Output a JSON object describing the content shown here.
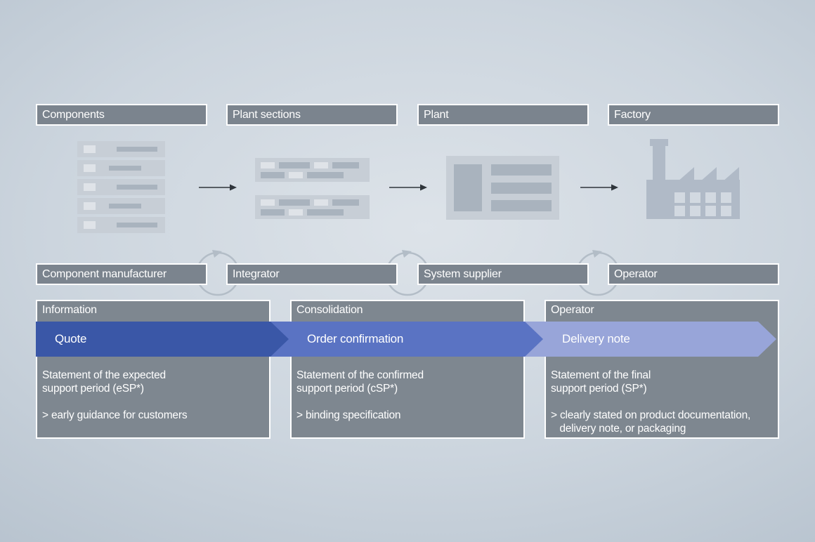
{
  "stages": [
    {
      "label": "Components",
      "icon": "components-icon"
    },
    {
      "label": "Plant sections",
      "icon": "plant-sections-icon"
    },
    {
      "label": "Plant",
      "icon": "plant-icon"
    },
    {
      "label": "Factory",
      "icon": "factory-icon"
    }
  ],
  "roles": [
    {
      "label": "Component manufacturer"
    },
    {
      "label": "Integrator"
    },
    {
      "label": "System supplier"
    },
    {
      "label": "Operator"
    }
  ],
  "panels": [
    {
      "header": "Information",
      "band_label": "Quote",
      "band_color": "#3a57a7",
      "statement": "Statement of the expected\nsupport period (eSP*)",
      "note": "> early guidance for customers"
    },
    {
      "header": "Consolidation",
      "band_label": "Order confirmation",
      "band_color": "#5a73c3",
      "statement": "Statement of the confirmed\nsupport period (cSP*)",
      "note": "> binding specification"
    },
    {
      "header": "Operator",
      "band_label": "Delivery note",
      "band_color": "#98a5d9",
      "statement": "Statement of the final\nsupport period (SP*)",
      "note": "> clearly stated on product documentation,\n   delivery note, or packaging"
    }
  ],
  "colors": {
    "box_gray": "#7b848e",
    "panel_gray": "#7e8790",
    "icon_light": "#c7ced6",
    "icon_dark": "#a9b3be",
    "factory_silhouette": "#b0bac7",
    "flow_arrow": "#2f353b",
    "cycle_arrow": "#b3bdc7"
  }
}
